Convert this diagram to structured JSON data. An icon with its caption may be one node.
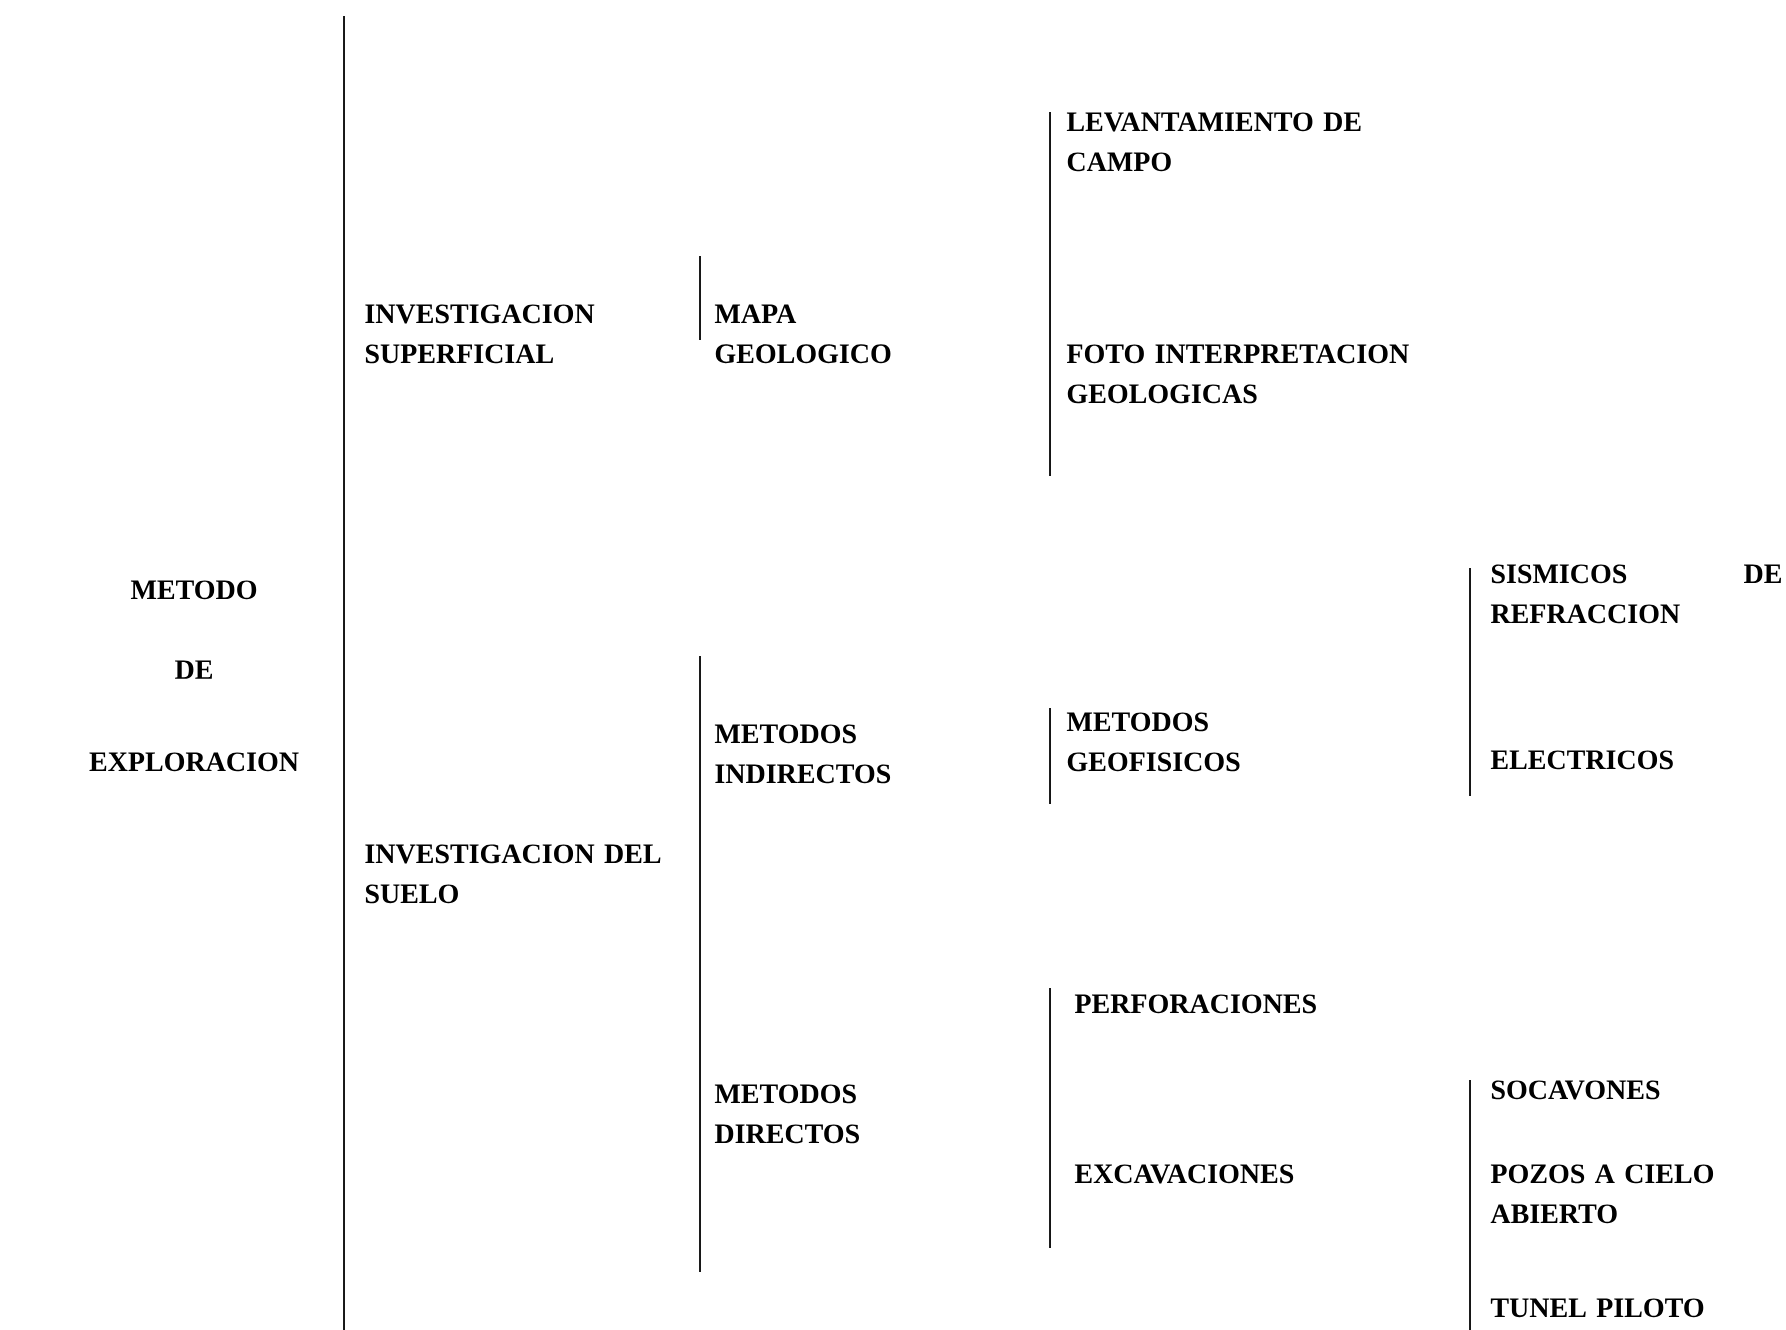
{
  "diagram": {
    "labels": [
      "METODO",
      "DE",
      "EXPLORACION",
      "INVESTIGACION SUPERFICIAL",
      "MAPA GEOLOGICO",
      "LEVANTAMIENTO DE CAMPO",
      "FOTO INTERPRETACION GEOLOGICAS",
      "INVESTIGACION DEL SUELO",
      "METODOS INDIRECTOS",
      "METODOS GEOFISICOS",
      "SISMICOS DE REFRACCION",
      "ELECTRICOS",
      "METODOS DIRECTOS",
      "PERFORACIONES",
      "EXCAVACIONES",
      "SOCAVONES",
      "POZOS A CIELO ABIERTO",
      "TUNEL PILOTO"
    ]
  }
}
